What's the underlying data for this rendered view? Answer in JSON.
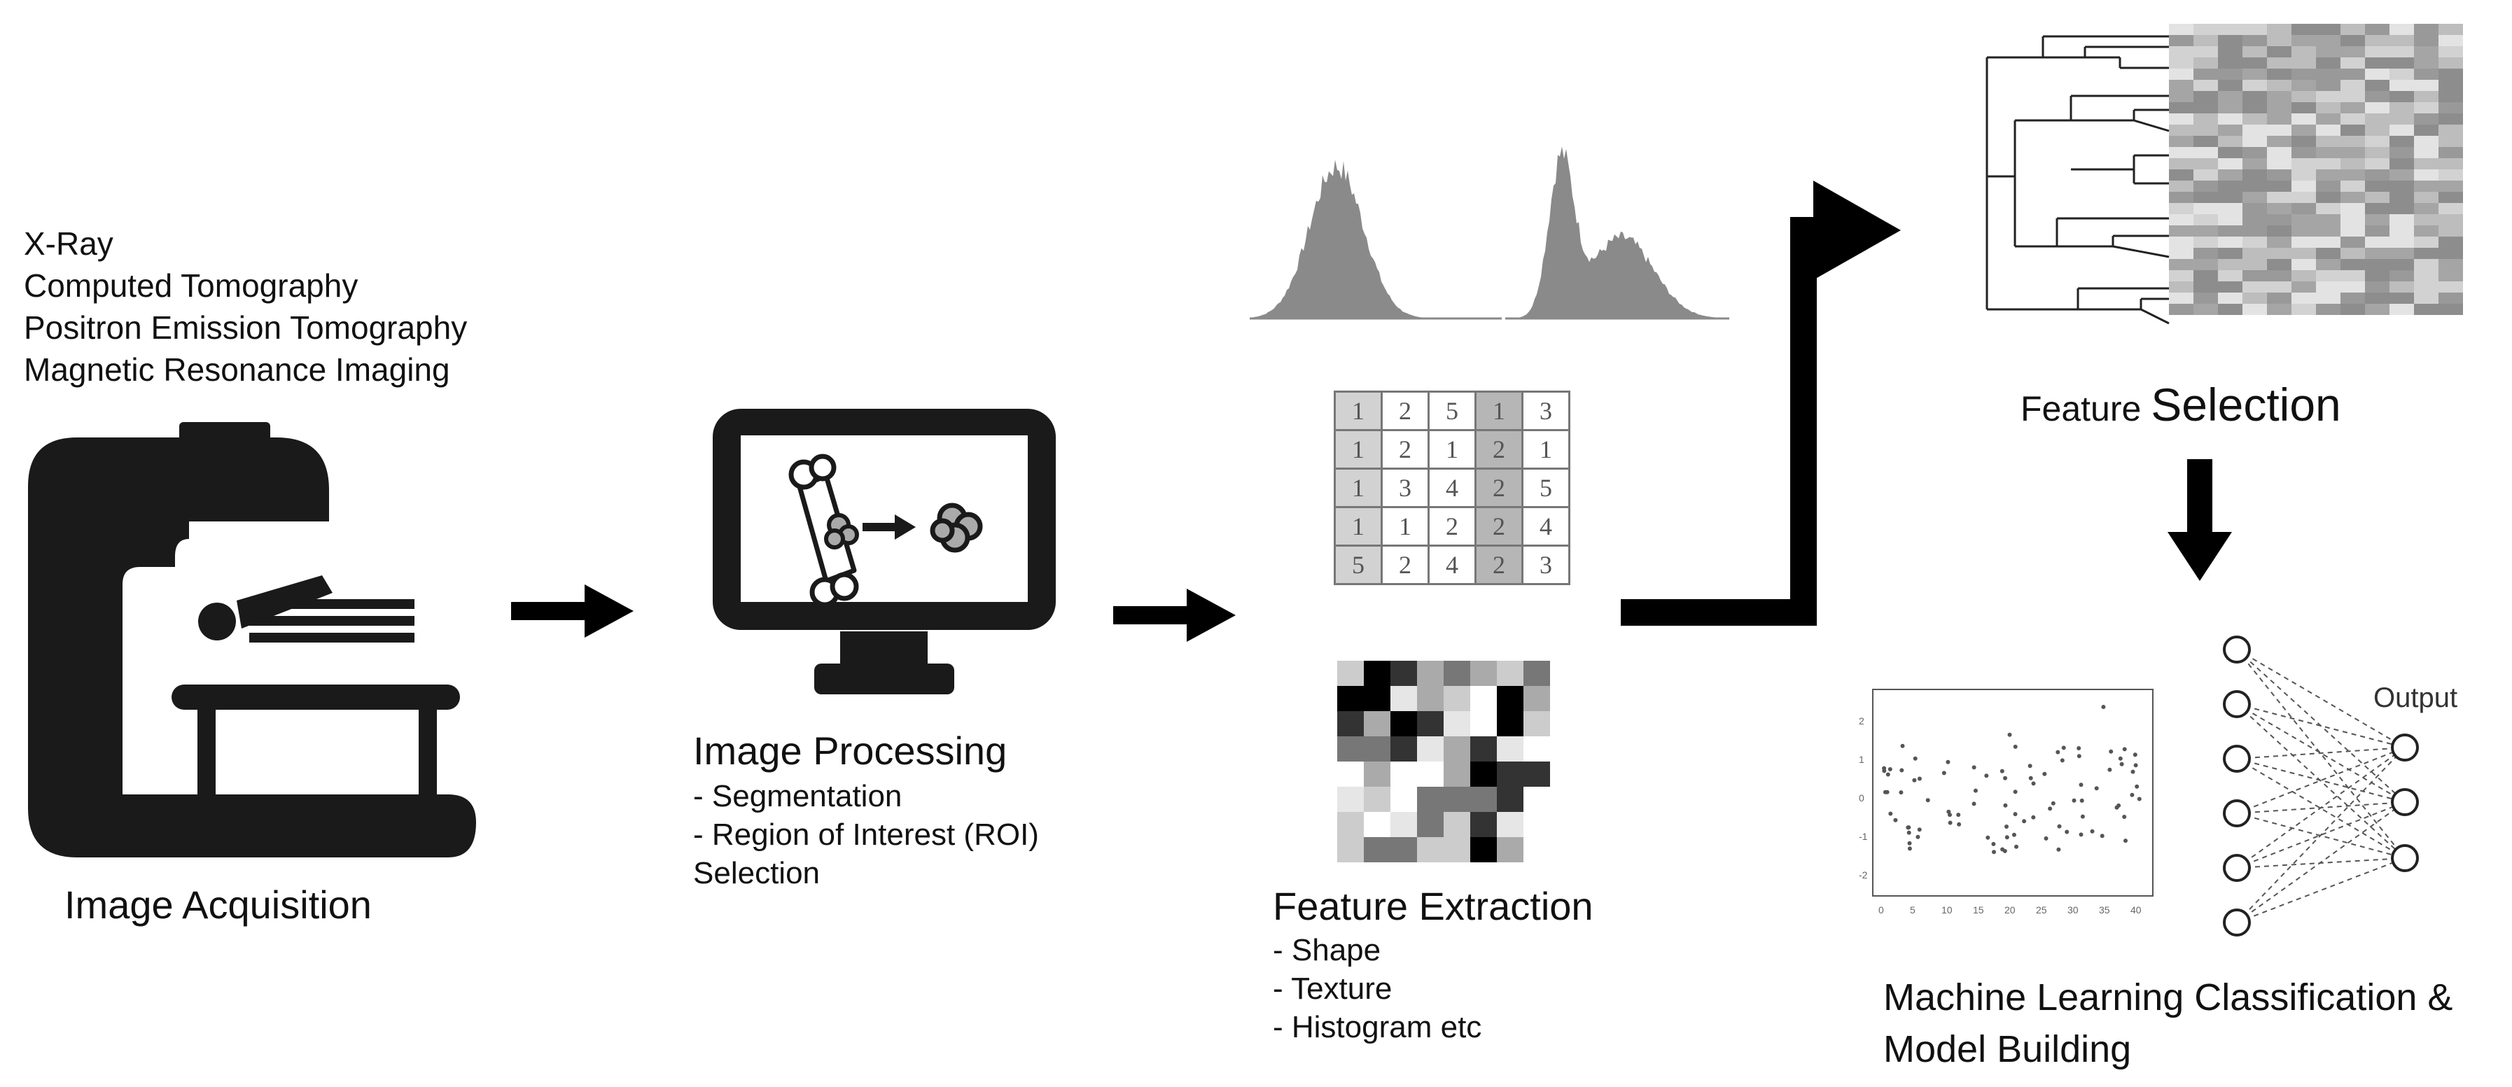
{
  "modalities": [
    "X-Ray",
    "Computed Tomography",
    "Positron Emission Tomography",
    "Magnetic Resonance Imaging"
  ],
  "steps": {
    "acquisition": {
      "title": "Image Acquisition"
    },
    "processing": {
      "title": "Image Processing",
      "items": [
        "- Segmentation",
        "- Region of Interest (ROI)",
        "Selection"
      ]
    },
    "extraction": {
      "title": "Feature Extraction",
      "items": [
        "- Shape",
        "- Texture",
        "- Histogram etc"
      ]
    },
    "selection": {
      "title_small": "Feature",
      "title_large": "Selection"
    },
    "ml": {
      "title_line1": "Machine Learning Classification &",
      "title_line2": "Model Building",
      "nn_output_label": "Output"
    }
  },
  "texture_matrix": [
    [
      "1",
      "2",
      "5",
      "1",
      "3"
    ],
    [
      "1",
      "2",
      "1",
      "2",
      "1"
    ],
    [
      "1",
      "3",
      "4",
      "2",
      "5"
    ],
    [
      "1",
      "1",
      "2",
      "2",
      "4"
    ],
    [
      "5",
      "2",
      "4",
      "2",
      "3"
    ]
  ],
  "scatter_axis": {
    "x_ticks": [
      "0",
      "5",
      "10",
      "15",
      "20",
      "25",
      "30",
      "35",
      "40"
    ],
    "y_ticks": [
      "2",
      "1",
      "0",
      "-1",
      "-2"
    ]
  },
  "colors": {
    "ink": "#111111",
    "histogram": "#8a8a8a",
    "highlight_col1": "#d2d2d2",
    "highlight_col4": "#b6b6b6"
  }
}
